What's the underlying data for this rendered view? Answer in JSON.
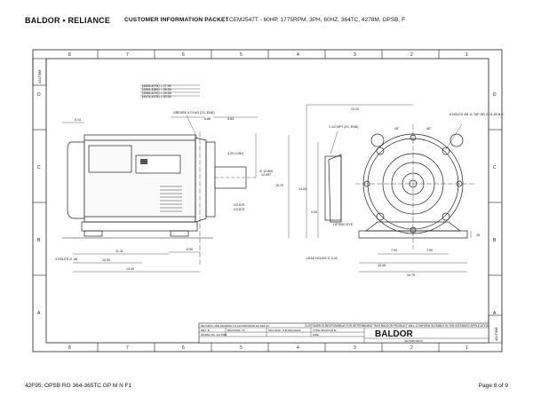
{
  "header": {
    "logo_text": "BALDOR • RELIANCE",
    "title": "CUSTOMER INFORMATION PACKET",
    "description": "CEM2547T - 60HP, 1775RPM, 3PH, 60HZ, 364TC, 4278M, OPSB, F"
  },
  "frame": {
    "columns": [
      "8",
      "7",
      "6",
      "5",
      "4",
      "3",
      "2",
      "1"
    ],
    "rows": [
      "D",
      "C",
      "B",
      "A"
    ],
    "side_label": "42LT998"
  },
  "drawing": {
    "frame_table": [
      "(4055-4074) = 27.94",
      "(4354-4365) = 28.59",
      "(4366-4370) = 29.34",
      "(4374-4378) = 30.59"
    ],
    "grease_label": "GREASE & PLUG (2X, END)",
    "conduit_label": "1 1/2 NPT (2X, END)",
    "bolt_label": "8 HOLES 4/8 11 TAP OR ∅ 11.80 B.C.",
    "lifting_label": "LIFTING EYE",
    "mount_holes": "4 HOLES ∅ .66",
    "lead_holes": "LEAD HOLES ∅ 3.43",
    "dims": {
      "d514": "5.14",
      "d588": "5.88",
      "d563": "5.63",
      "key_a": "∅2.875",
      "key_b": "∅2.873",
      "keyway": "4.20 LONG",
      "shaft_a": "∅ 12.500",
      "shaft_b": "12.497",
      "flange_h": "15.70",
      "d1131": "11.31",
      "d890": "8.90",
      "d1053": "10.53",
      "d1400": "14.00",
      "d1310": "13.10",
      "d1400v": "14.00",
      "d900": "9.00",
      "d700a": "7.00",
      "d700b": "7.00",
      "d1575": "15.75",
      "d1545": "15.45",
      "d25": ".25",
      "a40": "40°",
      "a45": "45°"
    }
  },
  "title_block": {
    "note": "CUSTOMER IS RESPONSIBLE FOR DETERMINING THAT BALDOR PRODUCT WILL CONFORM SUITABLE IN THE INTENDED APPLICATION",
    "rev_label": "REV  DESC  LIKE DRAWING TO INCORPORATE FIX DEF  A3",
    "rev": "REV:  E",
    "revision": "REVISION:  TF",
    "drawn": "MFG ENG:  JLB 09/11/2020",
    "type": "TYPE:  BKN/CUH M",
    "model": "MODEL NO.  42LT998",
    "size": "SIZE:",
    "brand": "BALDOR",
    "dwg_no": "42LT998 364TC"
  },
  "footer": {
    "left": "42F95: OPSB RG 364-365TC GP M N F1",
    "right": "Page 8 of 9"
  }
}
